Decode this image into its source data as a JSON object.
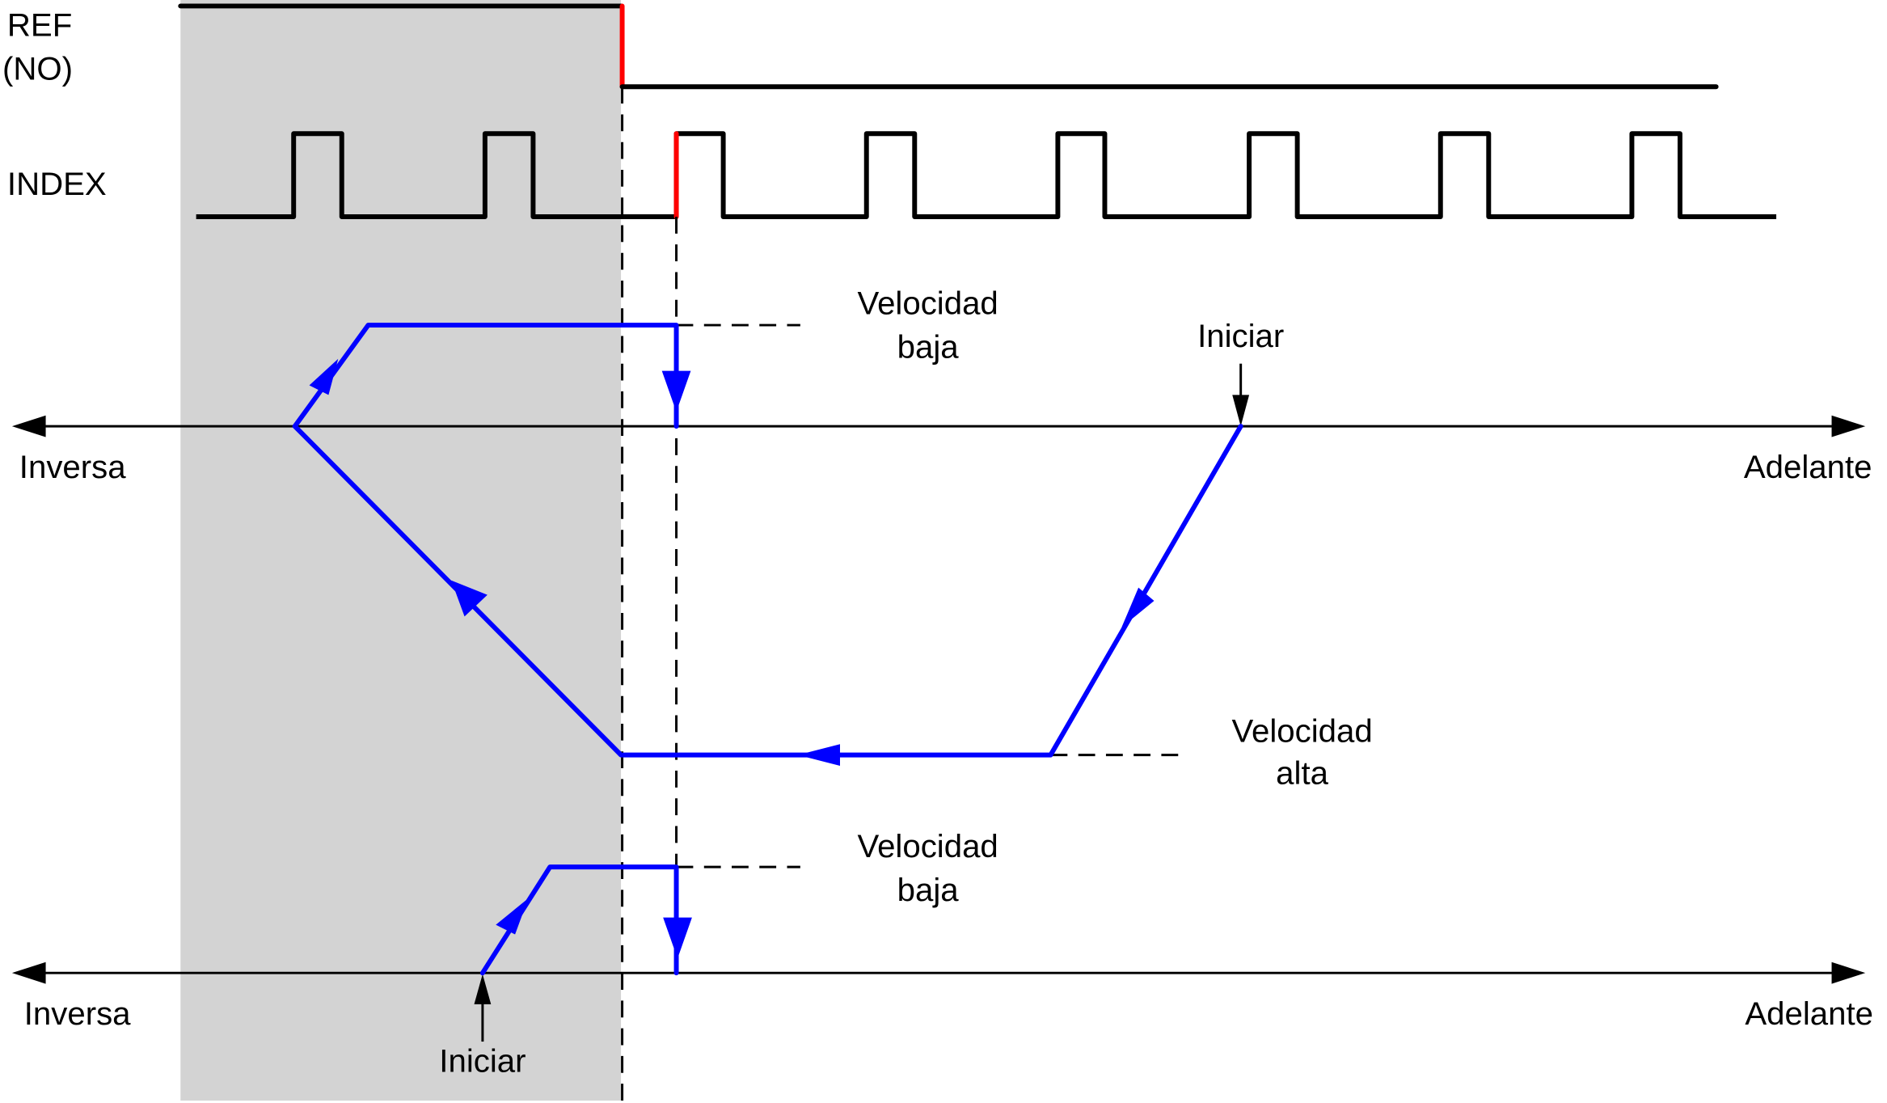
{
  "signals": {
    "ref_label_line1": "REF",
    "ref_label_line2": "(NO)",
    "index_label": "INDEX"
  },
  "axis_top": {
    "left_label": "Inversa",
    "right_label": "Adelante"
  },
  "axis_bottom": {
    "left_label": "Inversa",
    "right_label": "Adelante"
  },
  "annotations": {
    "low_speed_top_line1": "Velocidad",
    "low_speed_top_line2": "baja",
    "start_top": "Iniciar",
    "high_speed_line1": "Velocidad",
    "high_speed_line2": "alta",
    "low_speed_bottom_line1": "Velocidad",
    "low_speed_bottom_line2": "baja",
    "start_bottom": "Iniciar"
  },
  "colors": {
    "trajectory": "#0000ff",
    "edge_highlight": "#ff0000",
    "shaded_zone": "#d3d3d3",
    "lines": "#000000"
  },
  "index_pulse_count": 8
}
